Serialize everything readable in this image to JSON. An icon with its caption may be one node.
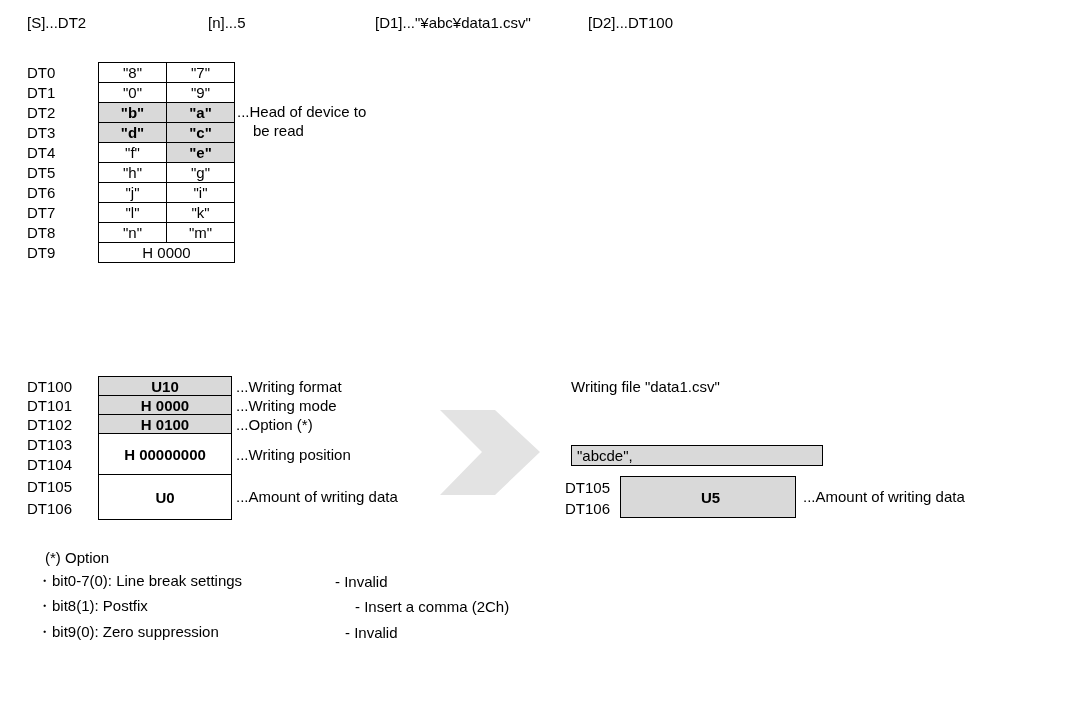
{
  "diagram": {
    "labels": [
      "[S]...DT2",
      "[n]...5",
      "[D1]...\"¥abc¥data1.csv\"",
      "[D2]...DT100",
      "DT0",
      "\"8\"",
      "\"7\"",
      "DT1",
      "\"0\"",
      "\"9\"",
      "DT2",
      "\"b\"",
      "\"a\"",
      "...Head of device to be read",
      "DT3",
      "\"d\"",
      "\"c\"",
      "DT4",
      "\"f\"",
      "\"e\"",
      "DT5",
      "\"h\"",
      "\"g\"",
      "DT6",
      "\"j\"",
      "\"i\"",
      "DT7",
      "\"l\"",
      "\"k\"",
      "DT8",
      "\"n\"",
      "\"m\"",
      "DT9",
      "H 0000",
      "DT100",
      "U10",
      "...Writing format",
      "Writing file \"data1.csv\"",
      "DT101",
      "H 0000",
      "...Writing mode",
      "DT102",
      "H 0100",
      "...Option (*)",
      "\"abcde\",",
      "DT103",
      "DT104",
      "H 00000000",
      "...Writing position",
      "DT105",
      "DT106",
      "U0",
      "...Amount of writing data",
      "DT105",
      "DT106",
      "U5",
      "...Amount of writing data",
      "(*) Option",
      "・bit0-7(0): Line break settings",
      "- Invalid",
      "・bit8(1): Postfix",
      "- Insert a comma (2Ch)",
      "・bit9(0): Zero suppression",
      "- Invalid"
    ]
  }
}
